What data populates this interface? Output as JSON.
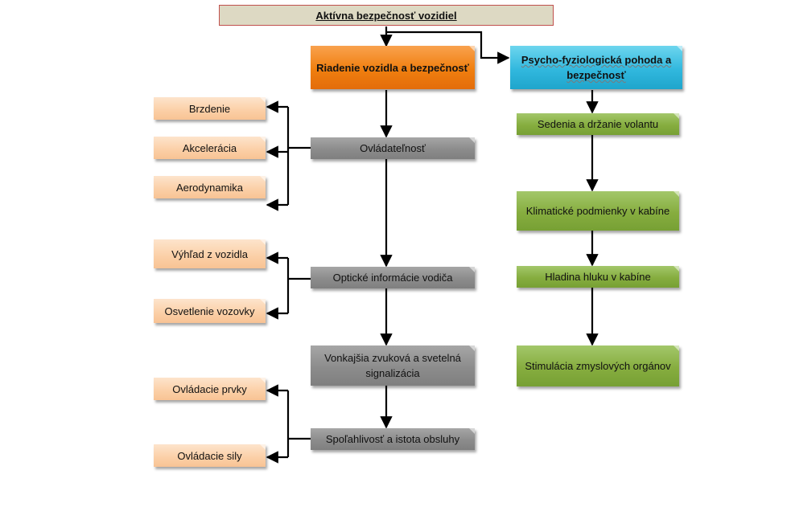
{
  "diagram": {
    "title": "Aktívna bezpečnosť vozidiel",
    "branches": {
      "left": {
        "label": "Riadenie vozidla a bezpečnosť",
        "color": "#f07f0f",
        "nodes": [
          {
            "label": "Ovládateľnosť",
            "children": [
              "Brzdenie",
              "Akcelerácia",
              "Aerodynamika"
            ]
          },
          {
            "label": "Optické informácie vodiča",
            "children": [
              "Výhľad z vozidla",
              "Osvetlenie vozovky"
            ]
          },
          {
            "label": "Vonkajšia zvuková a svetelná signalizácia",
            "children": []
          },
          {
            "label": "Spoľahlivosť a istota obsluhy",
            "children": [
              "Ovládacie prvky",
              "Ovládacie sily"
            ]
          }
        ]
      },
      "right": {
        "label": "Psycho-fyziologická pohoda a bezpečnosť",
        "color": "#31b8de",
        "nodes": [
          {
            "label": "Sedenia a držanie volantu"
          },
          {
            "label": "Klimatické podmienky v kabíne"
          },
          {
            "label": "Hladina hluku v kabíne"
          },
          {
            "label": "Stimulácia zmyslových orgánov"
          }
        ]
      }
    },
    "colors": {
      "title_fill": "#ddd9c3",
      "title_border": "#c0504d",
      "gray_node": "#8c8c8c",
      "green_node": "#86ad3f",
      "peach_node": "#fbcfa6",
      "connector": "#000000"
    }
  }
}
